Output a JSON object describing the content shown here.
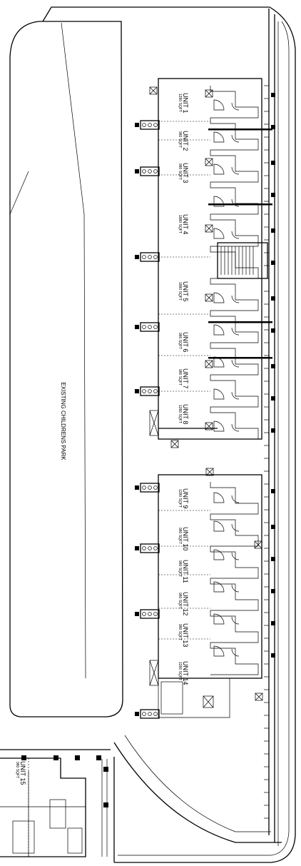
{
  "park": {
    "label": "EXISTING CHILDRENS PARK"
  },
  "units": [
    {
      "id": "unit-1",
      "name": "UNIT 1",
      "area": "1280 SQFT"
    },
    {
      "id": "unit-2",
      "name": "UNIT 2",
      "area": "980 SQFT"
    },
    {
      "id": "unit-3",
      "name": "UNIT 3",
      "area": "980 SQFT"
    },
    {
      "id": "unit-4",
      "name": "UNIT 4",
      "area": "1880 SQFT"
    },
    {
      "id": "unit-5",
      "name": "UNIT 5",
      "area": "1880 SQFT"
    },
    {
      "id": "unit-6",
      "name": "UNIT 6",
      "area": "980 SQFT"
    },
    {
      "id": "unit-7",
      "name": "UNIT 7",
      "area": "980 SQFT"
    },
    {
      "id": "unit-8",
      "name": "UNIT 8",
      "area": "1280 SQFT"
    },
    {
      "id": "unit-9",
      "name": "UNIT 9",
      "area": "1280 SQFT"
    },
    {
      "id": "unit-10",
      "name": "UNIT 10",
      "area": "980 SQFT"
    },
    {
      "id": "unit-11",
      "name": "UNIT 11",
      "area": "980 SQFT"
    },
    {
      "id": "unit-12",
      "name": "UNIT 12",
      "area": "980 SQFT"
    },
    {
      "id": "unit-13",
      "name": "UNIT 13",
      "area": "980 SQFT"
    },
    {
      "id": "unit-14",
      "name": "UNIT 14",
      "area": "1280 SQFT"
    },
    {
      "id": "unit-15",
      "name": "UNIT 15",
      "area": "980 SQFT"
    }
  ]
}
